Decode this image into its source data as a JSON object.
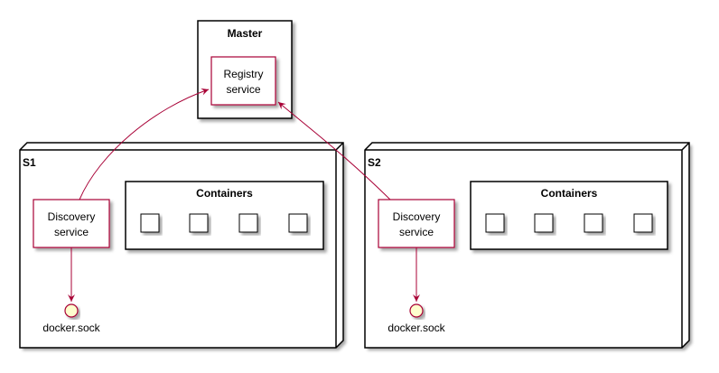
{
  "diagram": {
    "master": {
      "title": "Master",
      "registry": {
        "line1": "Registry",
        "line2": "service"
      }
    },
    "nodes": [
      {
        "title": "S1",
        "discovery": {
          "line1": "Discovery",
          "line2": "service"
        },
        "containers_title": "Containers",
        "socket": "docker.sock"
      },
      {
        "title": "S2",
        "discovery": {
          "line1": "Discovery",
          "line2": "service"
        },
        "containers_title": "Containers",
        "socket": "docker.sock"
      }
    ]
  },
  "colors": {
    "border": "#000000",
    "component_border": "#A80036",
    "arrow": "#A80036",
    "interface_fill": "#FEFECE"
  }
}
